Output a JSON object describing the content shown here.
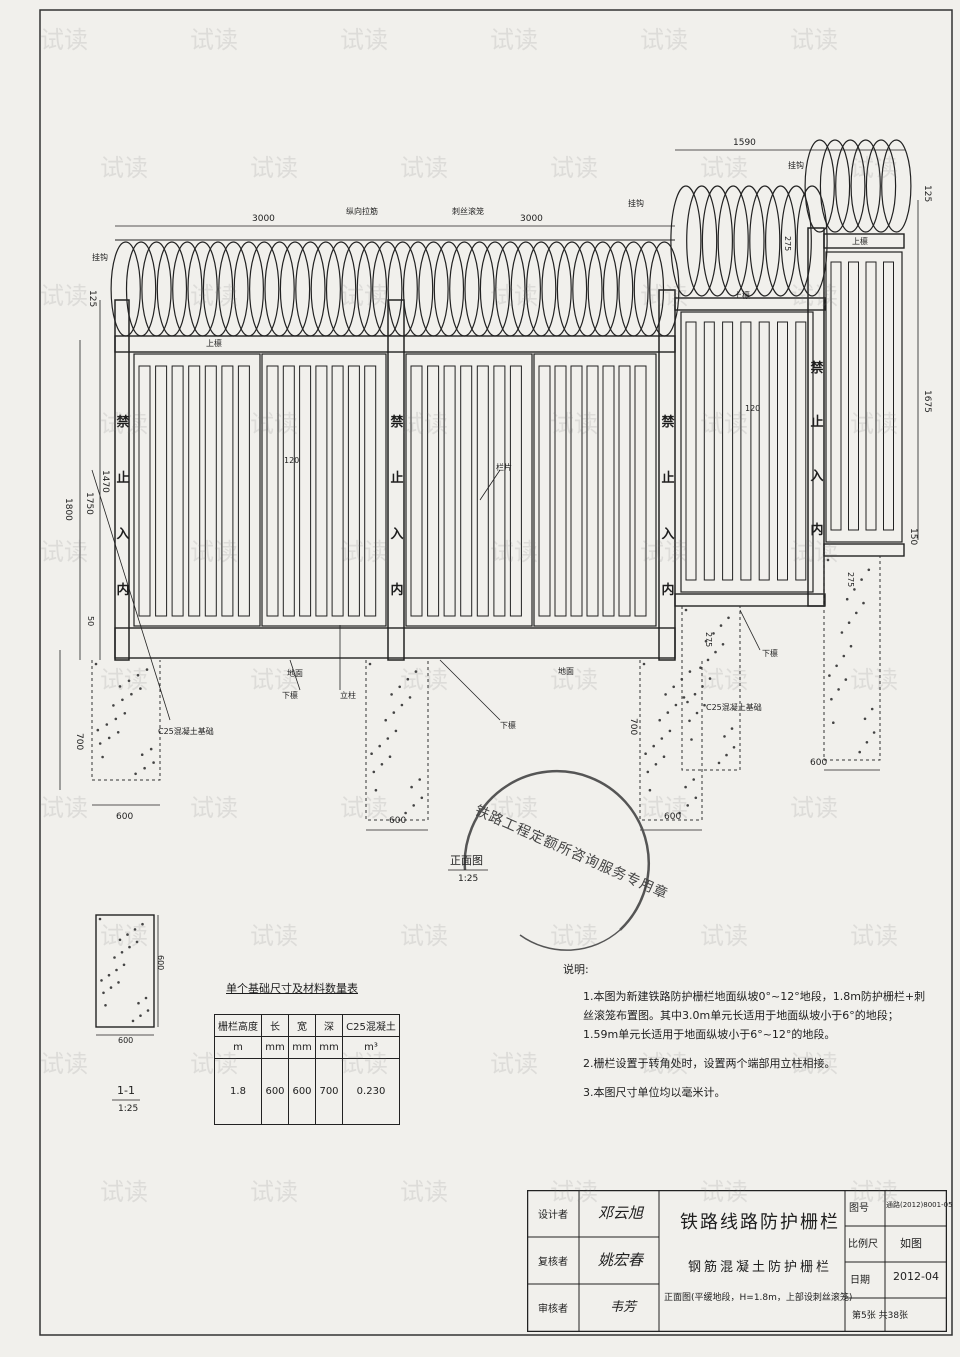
{
  "dims": {
    "top_3000_left": "3000",
    "top_3000_right": "3000",
    "top_1590": "1590",
    "h_125_left": "125",
    "h_125_right": "125",
    "h_1800": "1800",
    "h_1750": "1750",
    "h_1470": "1470",
    "h_1675": "1675",
    "h_150": "150",
    "gap_120_a": "120",
    "gap_120_b": "120",
    "gap_50": "50",
    "h_275_a": "275",
    "h_275_b": "275",
    "h_275_c": "275",
    "d_700_a": "700",
    "d_700_b": "700",
    "d_600_a": "600",
    "d_600_b": "600",
    "d_600_c": "600",
    "d_600_d": "600"
  },
  "labels": {
    "hook_a": "挂钩",
    "hook_b": "挂钩",
    "hook_c": "挂钩",
    "longitudinal_wire": "纵向拉筋",
    "barbed_cage": "刺丝滚笼",
    "upper_rail_a": "上檩",
    "upper_rail_b": "上檩",
    "upper_rail_c": "上檩",
    "fence_panel": "栏片",
    "lower_rail_a": "下檩",
    "lower_rail_b": "下檩",
    "lower_rail_c": "下檩",
    "post": "立柱",
    "ground_a": "地面",
    "ground_b": "地面",
    "foundation_a": "C25混凝土基础",
    "foundation_b": "C25混凝土基础",
    "sign": [
      "禁",
      "止",
      "入",
      "内"
    ]
  },
  "view": {
    "name": "正面图",
    "scale": "1:25"
  },
  "section": {
    "name": "1-1",
    "scale": "1:25",
    "dim_h": "600",
    "dim_w": "600"
  },
  "stamp": "铁路工程定额所咨询服务专用章",
  "table": {
    "title": "单个基础尺寸及材料数量表",
    "headers": [
      "栅栏高度",
      "长",
      "宽",
      "深",
      "C25混凝土"
    ],
    "units": [
      "m",
      "mm",
      "mm",
      "mm",
      "m³"
    ],
    "row": [
      "1.8",
      "600",
      "600",
      "700",
      "0.230"
    ]
  },
  "notes": {
    "title": "说明:",
    "items": [
      "1.本图为新建铁路防护栅栏地面纵坡0°~12°地段，1.8m防护栅栏+刺丝滚笼布置图。其中3.0m单元长适用于地面纵坡小于6°的地段；1.59m单元长适用于地面纵坡小于6°~12°的地段。",
      "2.栅栏设置于转角处时，设置两个端部用立柱相接。",
      "3.本图尺寸单位均以毫米计。"
    ]
  },
  "titleblock": {
    "design_label": "设计者",
    "design_sig": "邓云旭",
    "review_label": "复核者",
    "review_sig": "姚宏春",
    "audit_label": "审核者",
    "audit_sig": "韦芳",
    "main_title": "铁路线路防护栅栏",
    "sub_title": "钢筋混凝土防护栅栏",
    "sub_title2": "正面图(平缓地段，H=1.8m，上部设刺丝滚笼)",
    "drawing_no_label": "图号",
    "drawing_no": "通路(2012)8001-05",
    "scale_label": "比例尺",
    "scale_value": "如图",
    "date_label": "日期",
    "date_value": "2012-04",
    "sheet_label": "第5张 共38张"
  },
  "watermark": "试读"
}
